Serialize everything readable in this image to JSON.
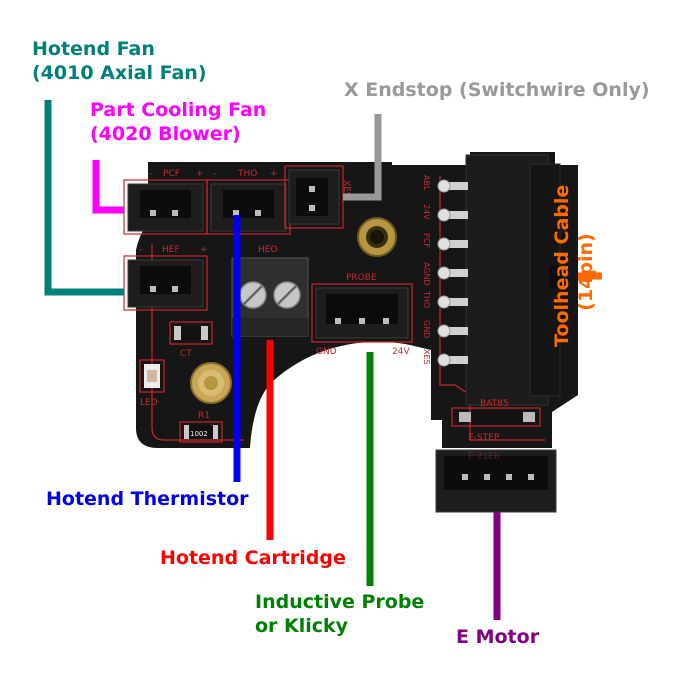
{
  "callouts": {
    "hotend_fan": {
      "line1": "Hotend Fan",
      "line2": "(4010 Axial Fan)",
      "color": "#00807a"
    },
    "part_cooling_fan": {
      "line1": "Part Cooling Fan",
      "line2": "(4020 Blower)",
      "color": "#ff00ff"
    },
    "x_endstop": {
      "text": "X Endstop (Switchwire Only)",
      "color": "#999999"
    },
    "toolhead_cable": {
      "line1": "Toolhead Cable",
      "line2": "(14pin)",
      "color": "#ff6a00"
    },
    "hotend_thermistor": {
      "text": "Hotend Thermistor",
      "color": "#0000ee"
    },
    "hotend_cartridge": {
      "text": "Hotend Cartridge",
      "color": "#ff0000"
    },
    "inductive_probe": {
      "line1": "Inductive Probe",
      "line2": "or Klicky",
      "color": "#008000"
    },
    "e_motor": {
      "text": "E Motor",
      "color": "#800080"
    }
  },
  "board": {
    "color": "#161616",
    "trace_color": "#c8282d",
    "silkscreen": {
      "pcf": "PCF",
      "tho": "THO",
      "xes": "XES",
      "hef": "HEF",
      "heo": "HEO",
      "probe": "PROBE",
      "gnd": "GND",
      "v24": "24V",
      "ct": "CT",
      "led": "LED",
      "r1": "R1",
      "r1_code": "1002",
      "bat": "BAT85",
      "estep": "E-STEP",
      "estep_mirror": "E-STEP",
      "minus": "-",
      "plus": "+",
      "pins": [
        "ABL",
        "24V",
        "PCF",
        "AGND",
        "THO",
        "GND",
        "XES"
      ]
    }
  }
}
